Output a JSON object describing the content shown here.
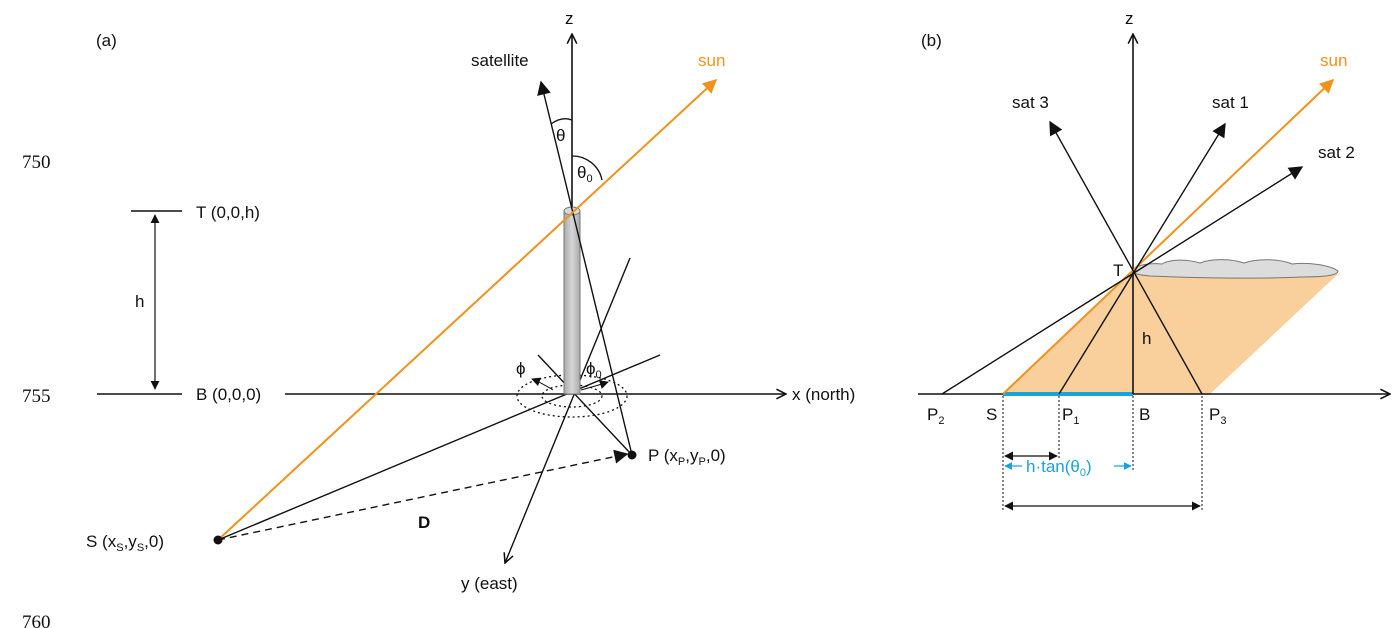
{
  "line_numbers": [
    "750",
    "755",
    "760"
  ],
  "panel_a": {
    "tag": "(a)",
    "axis_z": "z",
    "axis_x": "x (north)",
    "axis_y": "y (east)",
    "satellite": "satellite",
    "sun": "sun",
    "theta": "θ",
    "theta0": "θ",
    "theta0_sub": "0",
    "phi": "ϕ",
    "phi0": "ϕ",
    "phi0_sub": "0",
    "top_point": "T (0,0,h)",
    "base_point": "B (0,0,0)",
    "height": "h",
    "p_point": {
      "pre": "P (x",
      "sub1": "P",
      "mid": ",y",
      "sub2": "P",
      "post": ",0)"
    },
    "s_point": {
      "pre": "S (x",
      "sub1": "S",
      "mid": ",y",
      "sub2": "S",
      "post": ",0)"
    },
    "distance": "D"
  },
  "panel_b": {
    "tag": "(b)",
    "axis_z": "z",
    "sun": "sun",
    "sat1": "sat 1",
    "sat2": "sat 2",
    "sat3": "sat 3",
    "top": "T",
    "height": "h",
    "p2": "P",
    "p2_sub": "2",
    "s": "S",
    "p1": "P",
    "p1_sub": "1",
    "b": "B",
    "p3": "P",
    "p3_sub": "3",
    "formula": {
      "pre": "h·tan(θ",
      "sub": "0",
      "post": ")"
    }
  },
  "colors": {
    "sun": "#f0921d",
    "shadow": "#f9cf9b",
    "shadow_line": "#1ba3d9",
    "pillar": "#c8c8c8"
  }
}
